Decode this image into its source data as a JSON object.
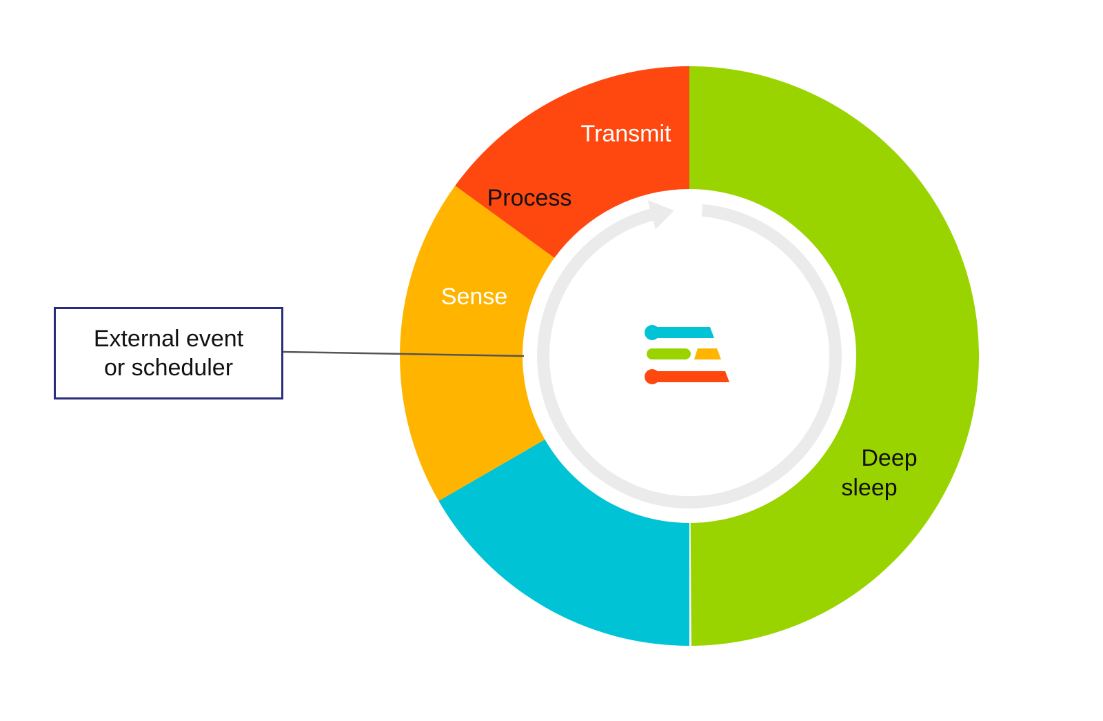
{
  "diagram": {
    "segments": [
      {
        "id": "deep-sleep",
        "label_lines": [
          "Deep",
          "sleep"
        ],
        "color": "#99D400",
        "text_color": "#111111",
        "start_deg": 0,
        "end_deg": 179.6
      },
      {
        "id": "sense",
        "label_lines": [
          "Sense"
        ],
        "color": "#00C3D5",
        "text_color": "#ffffff",
        "start_deg": 180,
        "end_deg": 240
      },
      {
        "id": "process",
        "label_lines": [
          "Process"
        ],
        "color": "#FFB400",
        "text_color": "#111111",
        "start_deg": 240,
        "end_deg": 306
      },
      {
        "id": "transmit",
        "label_lines": [
          "Transmit"
        ],
        "color": "#FF4710",
        "text_color": "#ffffff",
        "start_deg": 306,
        "end_deg": 360
      }
    ],
    "callout": {
      "lines": [
        "External event",
        "or scheduler"
      ],
      "border_color": "#2a2d7c"
    },
    "cycle_arrow_color": "#EBEBEB",
    "logo": {
      "icon": "app-logo-icon",
      "bar_colors": [
        "#00C3D5",
        "#99D400",
        "#FFB400",
        "#FF4710"
      ]
    }
  }
}
